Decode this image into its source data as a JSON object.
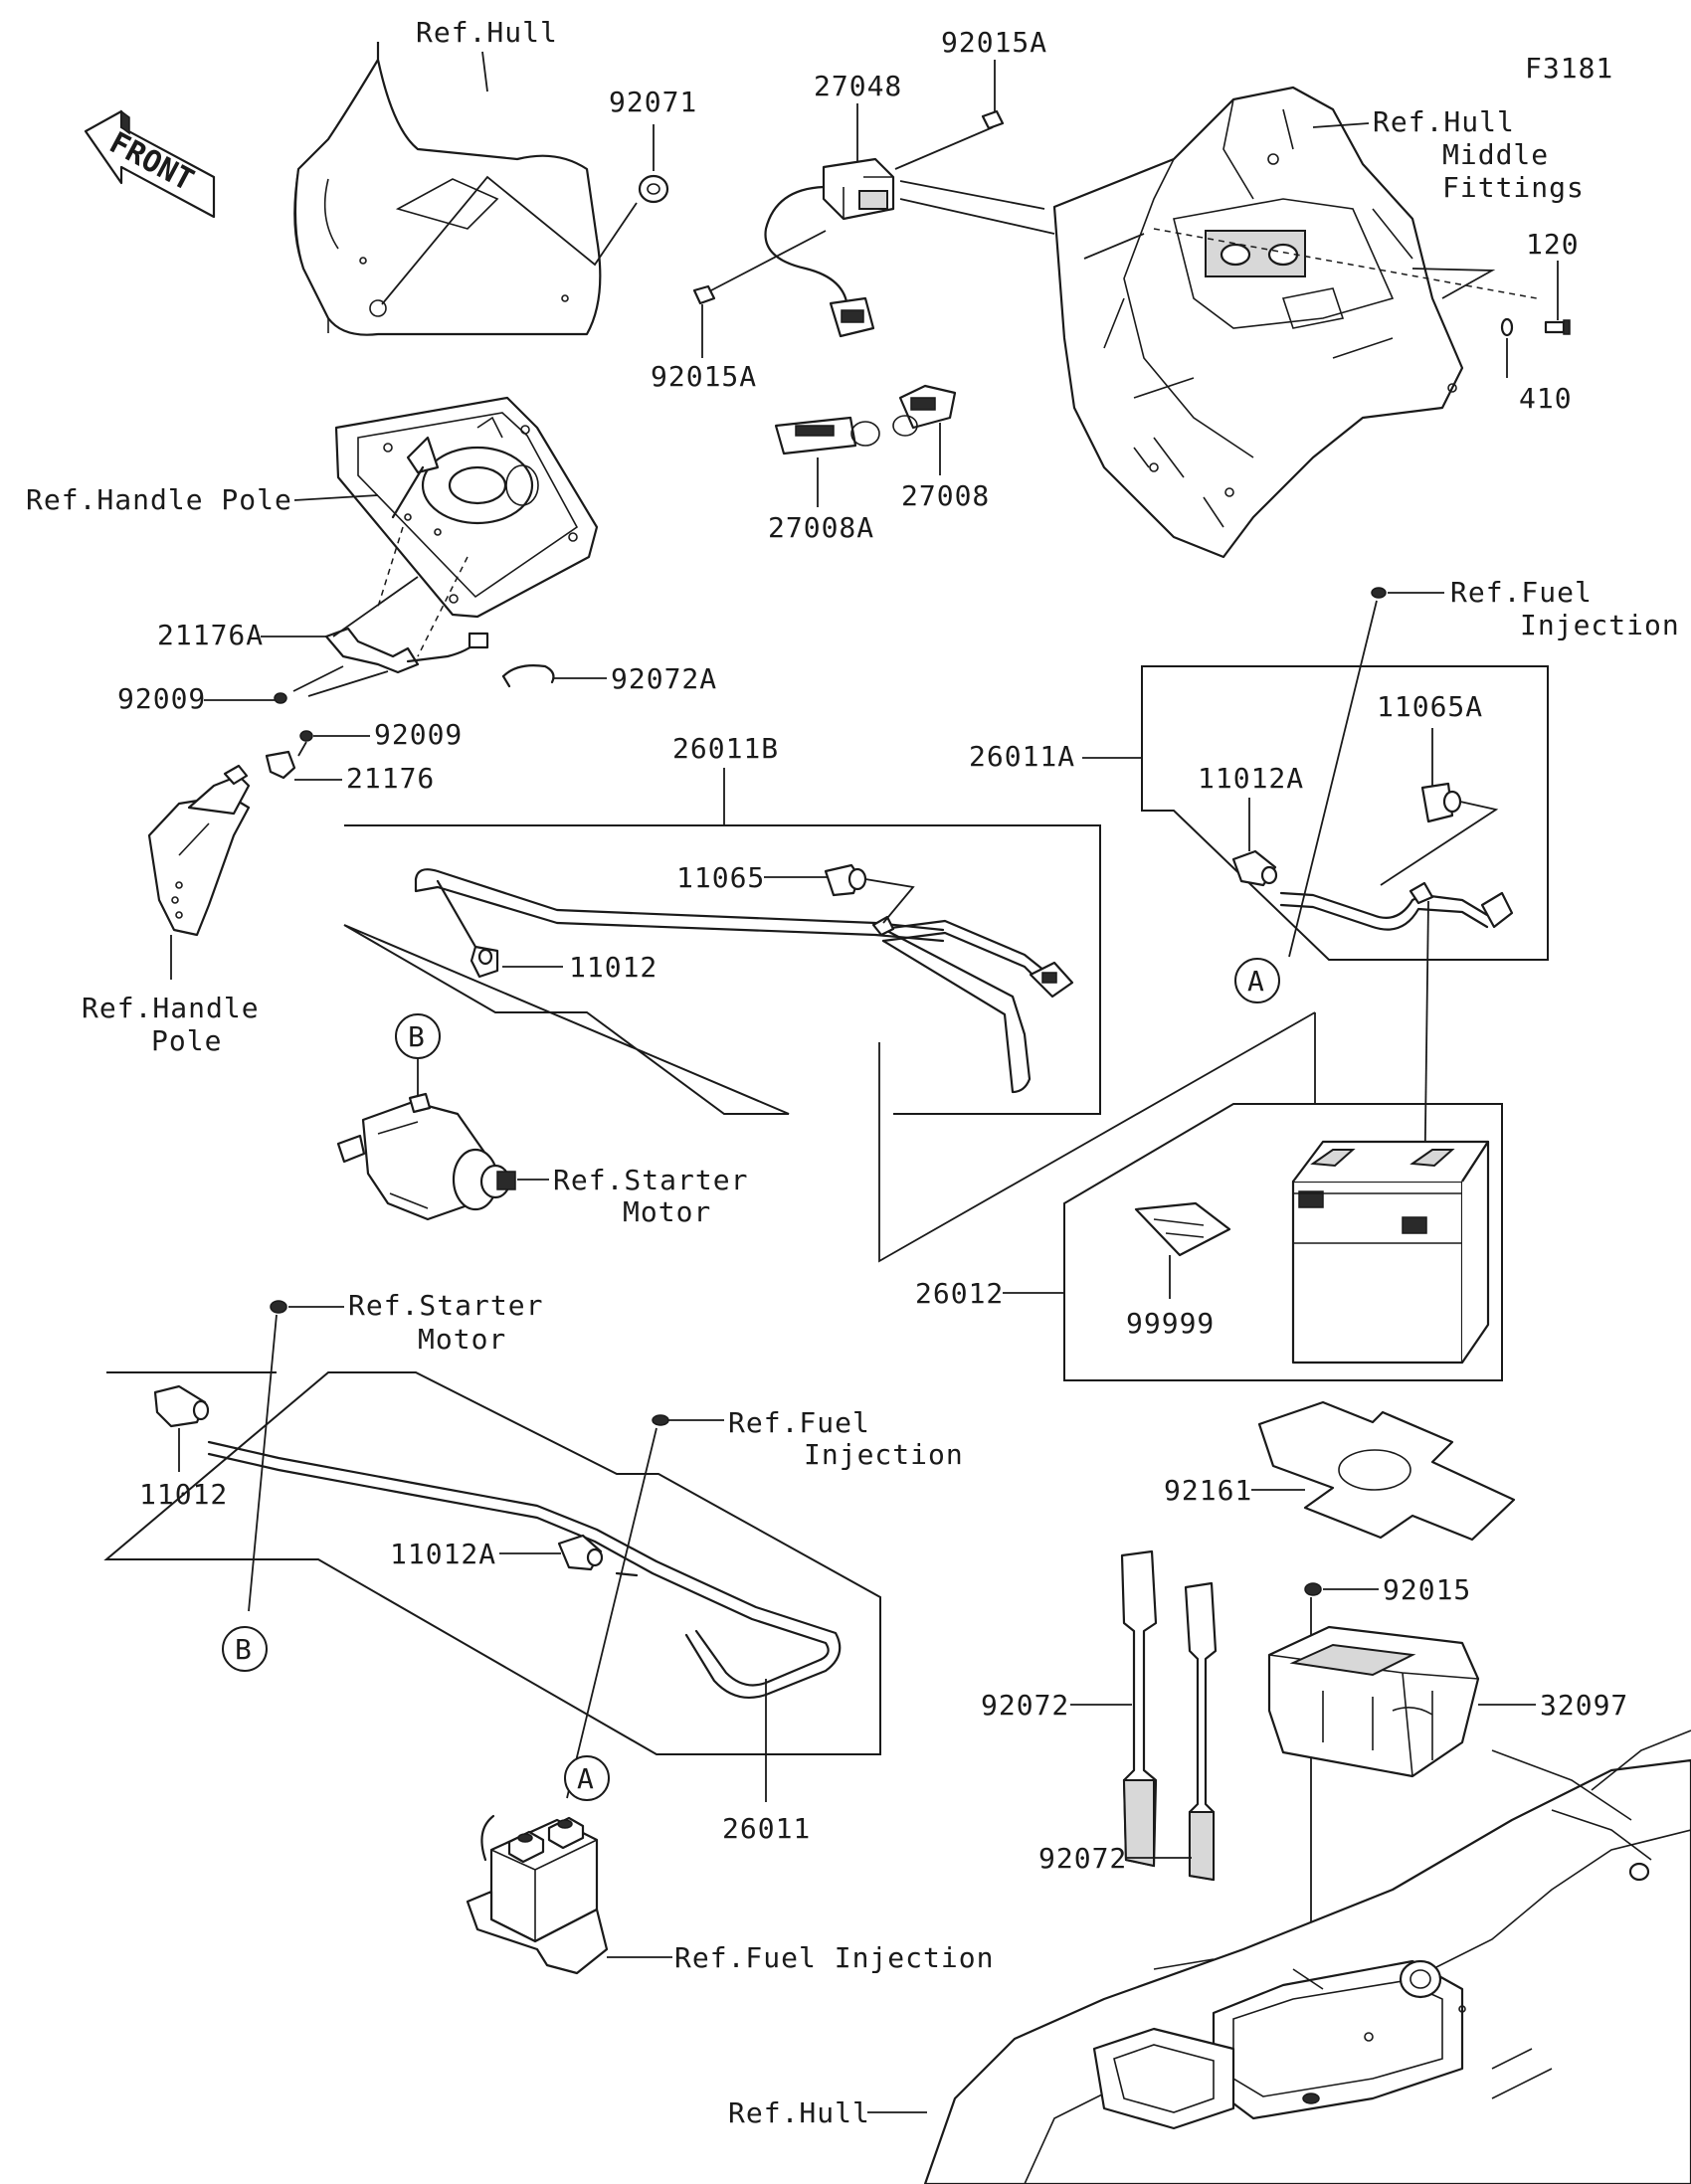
{
  "figure_code": "F3181",
  "front_label": "FRONT",
  "labels": {
    "ref_hull_top": "Ref.Hull",
    "p92071": "92071",
    "p27048": "27048",
    "p92015A_top": "92015A",
    "ref_hull_middle_1": "Ref.Hull",
    "ref_hull_middle_2": "Middle",
    "ref_hull_middle_3": "Fittings",
    "p120": "120",
    "p410": "410",
    "p92015A_bottom": "92015A",
    "p27008A": "27008A",
    "p27008": "27008",
    "ref_handle_pole_top": "Ref.Handle Pole",
    "p21176A": "21176A",
    "p92009_a": "92009",
    "p92072A": "92072A",
    "p92009_b": "92009",
    "p21176": "21176",
    "ref_handle_pole_bottom_1": "Ref.Handle",
    "ref_handle_pole_bottom_2": "Pole",
    "p26011B": "26011B",
    "p11065": "11065",
    "p11012_top": "11012",
    "ref_fuel_injection_top_1": "Ref.Fuel",
    "ref_fuel_injection_top_2": "Injection",
    "p26011A": "26011A",
    "p11065A": "11065A",
    "p11012A_top": "11012A",
    "callout_A_top": "A",
    "callout_B_top": "B",
    "ref_starter_motor_top_1": "Ref.Starter",
    "ref_starter_motor_top_2": "Motor",
    "p26012": "26012",
    "p99999": "99999",
    "ref_starter_motor_mid_1": "Ref.Starter",
    "ref_starter_motor_mid_2": "Motor",
    "ref_fuel_injection_mid_1": "Ref.Fuel",
    "ref_fuel_injection_mid_2": "Injection",
    "p11012_bottom": "11012",
    "p11012A_bottom": "11012A",
    "callout_B_bottom": "B",
    "p26011": "26011",
    "callout_A_bottom": "A",
    "ref_fuel_injection_bottom": "Ref.Fuel Injection",
    "p92161": "92161",
    "p92015": "92015",
    "p32097": "32097",
    "p92072_a": "92072",
    "p92072_b": "92072",
    "ref_hull_bottom": "Ref.Hull"
  }
}
